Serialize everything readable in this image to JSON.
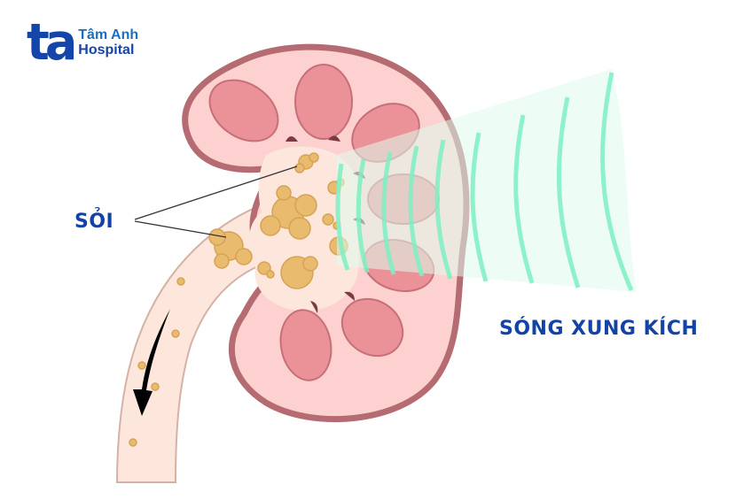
{
  "logo": {
    "mark": "ta",
    "line1": "Tâm Anh",
    "line2": "Hospital",
    "color": "#1545a8"
  },
  "labels": {
    "stones": "SỎI",
    "shockwave": "SÓNG XUNG KÍCH"
  },
  "colors": {
    "kidney_capsule": "#b56b72",
    "kidney_cortex": "#fcd1cf",
    "pyramids": "#ea9298",
    "pelvis": "#fde7dc",
    "stones": "#e8bb6e",
    "shockwave": "#7df0c4",
    "label": "#1343a6"
  },
  "illustration": {
    "subject": "kidney-cross-section",
    "elements": [
      "kidney",
      "renal-pyramids",
      "kidney-stones",
      "ureter",
      "downward-arrow",
      "shockwave-cone"
    ]
  }
}
